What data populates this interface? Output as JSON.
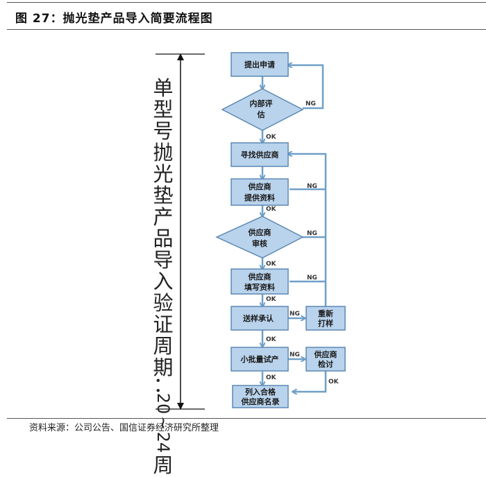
{
  "header": {
    "title": "图 27：抛光垫产品导入简要流程图"
  },
  "timeline": {
    "label_chars": [
      "单",
      "型",
      "号",
      "抛",
      "光",
      "垫",
      "产",
      "品",
      "导",
      "入",
      "验",
      "证",
      "周",
      "期",
      "：",
      "20",
      "~",
      "24",
      "周"
    ],
    "label": "单型号抛光垫产品导入验证周期：20~24周"
  },
  "flow": {
    "nodes": {
      "submit": "提出申请",
      "internal_eval_1": "内部评",
      "internal_eval_2": "估",
      "find_supplier": "寻找供应商",
      "supplier_docs_1": "供应商",
      "supplier_docs_2": "提供资料",
      "supplier_review_1": "供应商",
      "supplier_review_2": "审核",
      "supplier_fill_1": "供应商",
      "supplier_fill_2": "填写资料",
      "sample_approval": "送样承认",
      "resample_1": "重新",
      "resample_2": "打样",
      "pilot_run": "小批量试产",
      "supplier_review_meeting_1": "供应商",
      "supplier_review_meeting_2": "检讨",
      "qualified_1": "列入合格",
      "qualified_2": "供应商名录"
    },
    "edge_labels": {
      "ok": "OK",
      "ng": "NG"
    }
  },
  "footer": {
    "source": "资料来源：公司公告、国信证券经济研究所整理"
  }
}
